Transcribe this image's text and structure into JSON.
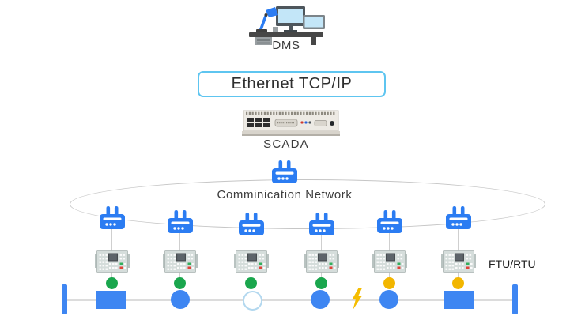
{
  "diagram": {
    "dms_label": "DMS",
    "ethernet_label": "Ethernet TCP/IP",
    "scada_label": "SCADA",
    "network_label": "Comminication Network",
    "ftu_rtu_label": "FTU/RTU",
    "node_statuses": [
      "green",
      "green",
      "green",
      "green",
      "yellow",
      "yellow"
    ],
    "node_status_colors": [
      "#1aa64d",
      "#1aa64d",
      "#1aa64d",
      "#1aa64d",
      "#f2b600",
      "#f2b600"
    ],
    "feeder_sequence": [
      "bus-bar",
      "closed-breaker",
      "closed-switch",
      "open-switch",
      "closed-switch",
      "fault",
      "closed-switch",
      "closed-breaker",
      "bus-bar"
    ],
    "colors": {
      "router_blue": "#2b7cf2",
      "device_blue": "#3e86f2",
      "status_green": "#1aa64d",
      "status_yellow": "#f2b600",
      "fault_yellow": "#f5bd00",
      "ethernet_border": "#5ec5f0",
      "open_switch_border": "#b3d8ef",
      "connector_gray": "#cfcfcf",
      "feeder_gray": "#dcdcdc",
      "ellipse_gray": "#c6c6c6",
      "text_dark": "#3b3b3b"
    }
  }
}
